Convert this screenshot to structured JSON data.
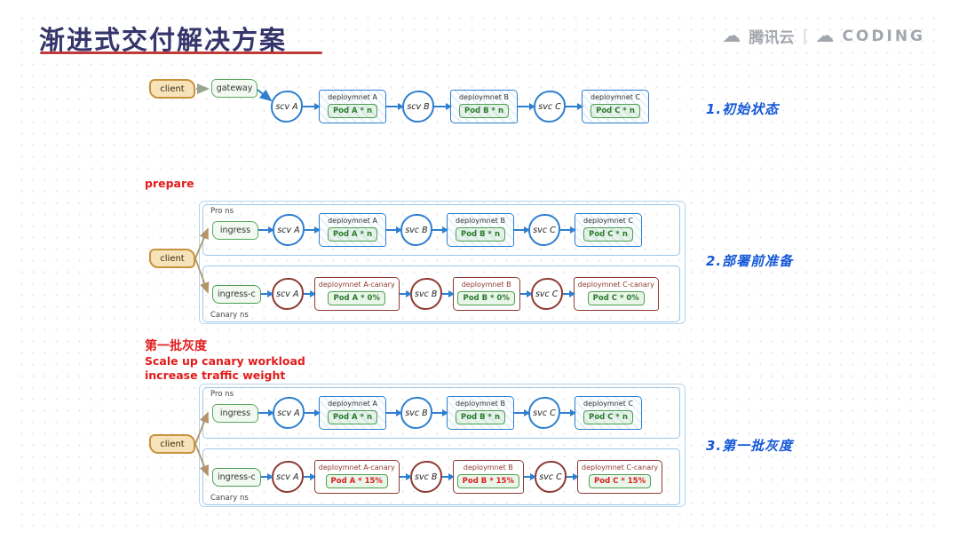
{
  "header": {
    "title": "渐进式交付解决方案",
    "brand_tencent": "腾讯云",
    "brand_separator": "|",
    "brand_coding": "CODING"
  },
  "colors": {
    "accent_blue": "#2e7fd0",
    "accent_green": "#4ea04e",
    "canary_maroon": "#8d3a31",
    "note_red": "#e11c1c",
    "step_label_blue": "#1457d8",
    "client_fill": "#f7e3ba",
    "client_border": "#c8923f",
    "title_color": "#35356b",
    "title_underline": "#c03a3a"
  },
  "sections": [
    {
      "side_label": "1.初始状态",
      "client_label": "client",
      "entry_label": "gateway",
      "notes": [],
      "chains": [
        {
          "canary": false,
          "ns_label": "",
          "entry": null,
          "nodes": [
            {
              "type": "svc",
              "label": "scv A"
            },
            {
              "type": "deploy",
              "label": "deploymnet A",
              "pod": "Pod A * n",
              "pod_tone": "green",
              "canary": false
            },
            {
              "type": "svc",
              "label": "scv B"
            },
            {
              "type": "deploy",
              "label": "deploymnet B",
              "pod": "Pod B * n",
              "pod_tone": "green",
              "canary": false
            },
            {
              "type": "svc",
              "label": "svc C"
            },
            {
              "type": "deploy",
              "label": "deploymnet C",
              "pod": "Pod C * n",
              "pod_tone": "green",
              "canary": false
            }
          ]
        }
      ]
    },
    {
      "side_label": "2.部署前准备",
      "client_label": "client",
      "notes": [
        "prepare"
      ],
      "chains": [
        {
          "canary": false,
          "ns_label": "Pro ns",
          "entry": "ingress",
          "nodes": [
            {
              "type": "svc",
              "label": "scv A"
            },
            {
              "type": "deploy",
              "label": "deploymnet A",
              "pod": "Pod A * n",
              "pod_tone": "green",
              "canary": false
            },
            {
              "type": "svc",
              "label": "svc B"
            },
            {
              "type": "deploy",
              "label": "deploymnet B",
              "pod": "Pod B * n",
              "pod_tone": "green",
              "canary": false
            },
            {
              "type": "svc",
              "label": "svc C"
            },
            {
              "type": "deploy",
              "label": "deploymnet C",
              "pod": "Pod C * n",
              "pod_tone": "green",
              "canary": false
            }
          ]
        },
        {
          "canary": true,
          "ns_label": "Canary ns",
          "entry": "ingress-c",
          "nodes": [
            {
              "type": "svc",
              "label": "scv A"
            },
            {
              "type": "deploy",
              "label": "deploymnet A-canary",
              "pod": "Pod A * 0%",
              "pod_tone": "green",
              "canary": true
            },
            {
              "type": "svc",
              "label": "svc B"
            },
            {
              "type": "deploy",
              "label": "deploymnet B",
              "pod": "Pod B * 0%",
              "pod_tone": "green",
              "canary": true
            },
            {
              "type": "svc",
              "label": "svc C"
            },
            {
              "type": "deploy",
              "label": "deploymnet C-canary",
              "pod": "Pod C * 0%",
              "pod_tone": "green",
              "canary": true
            }
          ]
        }
      ]
    },
    {
      "side_label": "3.第一批灰度",
      "client_label": "client",
      "notes": [
        "第一批灰度",
        "Scale up canary workload",
        "increase traffic weight"
      ],
      "chains": [
        {
          "canary": false,
          "ns_label": "Pro ns",
          "entry": "ingress",
          "nodes": [
            {
              "type": "svc",
              "label": "scv A"
            },
            {
              "type": "deploy",
              "label": "deploymnet A",
              "pod": "Pod A * n",
              "pod_tone": "green",
              "canary": false
            },
            {
              "type": "svc",
              "label": "svc B"
            },
            {
              "type": "deploy",
              "label": "deploymnet B",
              "pod": "Pod B * n",
              "pod_tone": "green",
              "canary": false
            },
            {
              "type": "svc",
              "label": "svc C"
            },
            {
              "type": "deploy",
              "label": "deploymnet C",
              "pod": "Pod C * n",
              "pod_tone": "green",
              "canary": false
            }
          ]
        },
        {
          "canary": true,
          "ns_label": "Canary ns",
          "entry": "ingress-c",
          "nodes": [
            {
              "type": "svc",
              "label": "scv A"
            },
            {
              "type": "deploy",
              "label": "deploymnet A-canary",
              "pod": "Pod A * 15%",
              "pod_tone": "red",
              "canary": true
            },
            {
              "type": "svc",
              "label": "svc B"
            },
            {
              "type": "deploy",
              "label": "deploymnet B",
              "pod": "Pod B * 15%",
              "pod_tone": "red",
              "canary": true
            },
            {
              "type": "svc",
              "label": "svc C"
            },
            {
              "type": "deploy",
              "label": "deploymnet C-canary",
              "pod": "Pod C * 15%",
              "pod_tone": "red",
              "canary": true
            }
          ]
        }
      ]
    }
  ]
}
